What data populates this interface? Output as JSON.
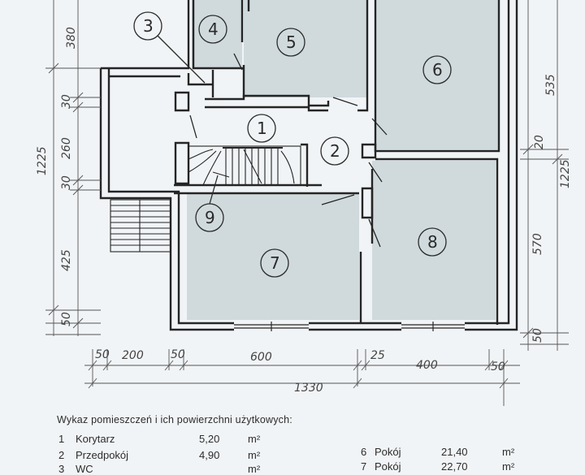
{
  "dimensions": {
    "left": [
      "380",
      "30",
      "260",
      "30",
      "425",
      "50"
    ],
    "left_total": "1225",
    "right": [
      "535",
      "20",
      "570",
      "50"
    ],
    "right_total": "1225",
    "bottom": [
      "50",
      "200",
      "50",
      "600",
      "25",
      "400",
      "50"
    ],
    "bottom_total": "1330"
  },
  "rooms": [
    {
      "number": "1"
    },
    {
      "number": "2"
    },
    {
      "number": "3"
    },
    {
      "number": "4"
    },
    {
      "number": "5"
    },
    {
      "number": "6"
    },
    {
      "number": "7"
    },
    {
      "number": "8"
    },
    {
      "number": "9"
    }
  ],
  "legend": {
    "title": "Wykaz pomieszczeń i ich powierzchni użytkowych:",
    "entries": [
      {
        "number": "1",
        "name": "Korytarz",
        "area": "5,20",
        "unit": "m²"
      },
      {
        "number": "2",
        "name": "Przedpokój",
        "area": "4,90",
        "unit": "m²"
      },
      {
        "number": "3",
        "name": "WC",
        "area": "",
        "unit": "m²"
      },
      {
        "number": "6",
        "name": "Pokój",
        "area": "21,40",
        "unit": "m²"
      },
      {
        "number": "7",
        "name": "Pokój",
        "area": "22,70",
        "unit": "m²"
      }
    ]
  },
  "colors": {
    "room_fill": "#d0dadd",
    "wall": "#252525",
    "paper": "#f1f4f6",
    "lines": "#555555"
  }
}
